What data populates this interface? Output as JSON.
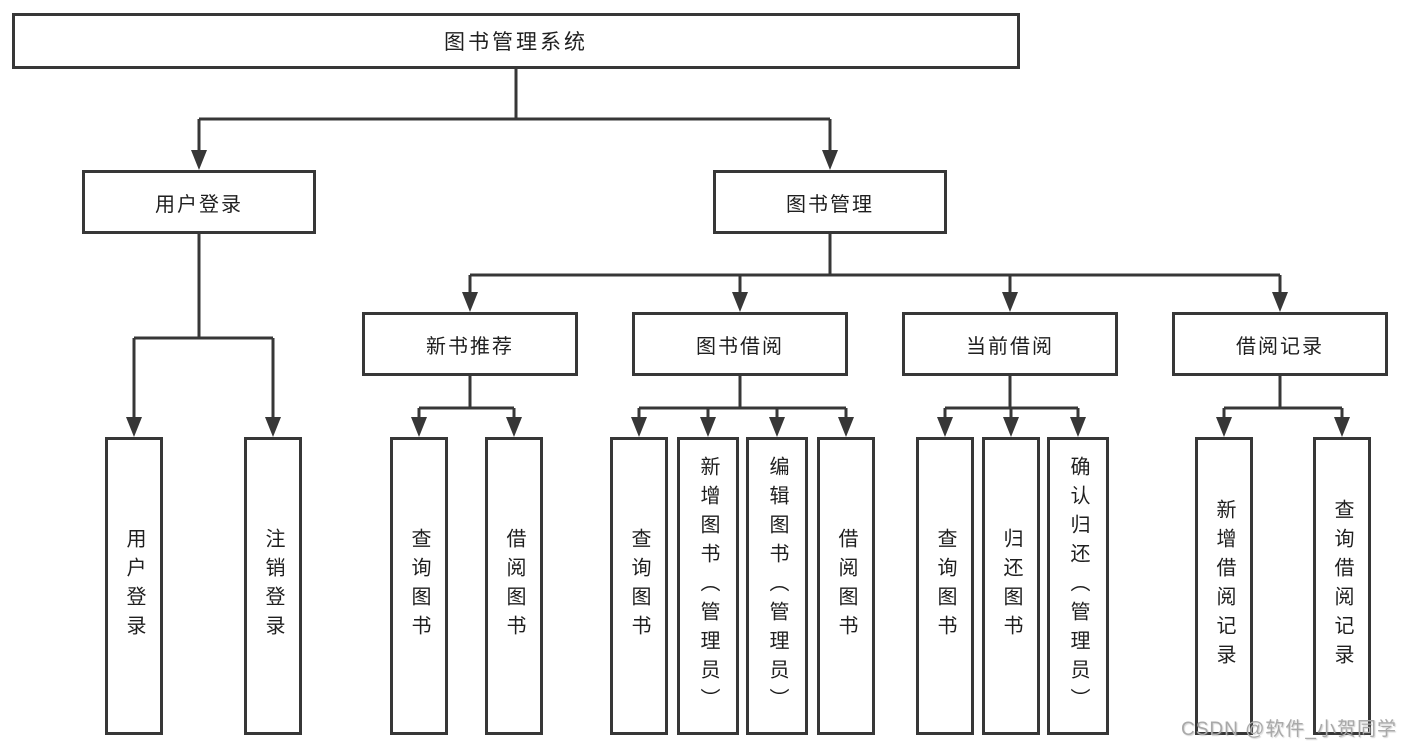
{
  "diagram": {
    "title": "图书管理系统",
    "tree": {
      "root": {
        "label": "图书管理系统"
      },
      "children": [
        {
          "label": "用户登录",
          "children": [
            {
              "label": "用户登录"
            },
            {
              "label": "注销登录"
            }
          ]
        },
        {
          "label": "图书管理",
          "children": [
            {
              "label": "新书推荐",
              "children": [
                {
                  "label": "查询图书"
                },
                {
                  "label": "借阅图书"
                }
              ]
            },
            {
              "label": "图书借阅",
              "children": [
                {
                  "label": "查询图书"
                },
                {
                  "label": "新增图书（管理员）"
                },
                {
                  "label": "编辑图书（管理员）"
                },
                {
                  "label": "借阅图书"
                }
              ]
            },
            {
              "label": "当前借阅",
              "children": [
                {
                  "label": "查询图书"
                },
                {
                  "label": "归还图书"
                },
                {
                  "label": "确认归还（管理员）"
                }
              ]
            },
            {
              "label": "借阅记录",
              "children": [
                {
                  "label": "新增借阅记录"
                },
                {
                  "label": "查询借阅记录"
                }
              ]
            }
          ]
        }
      ]
    },
    "watermark": "CSDN @软件_小贺同学",
    "colors": {
      "line": "#373737",
      "text": "#1f1f1f",
      "background": "#ffffff",
      "watermark": "#a9a9a9"
    }
  }
}
